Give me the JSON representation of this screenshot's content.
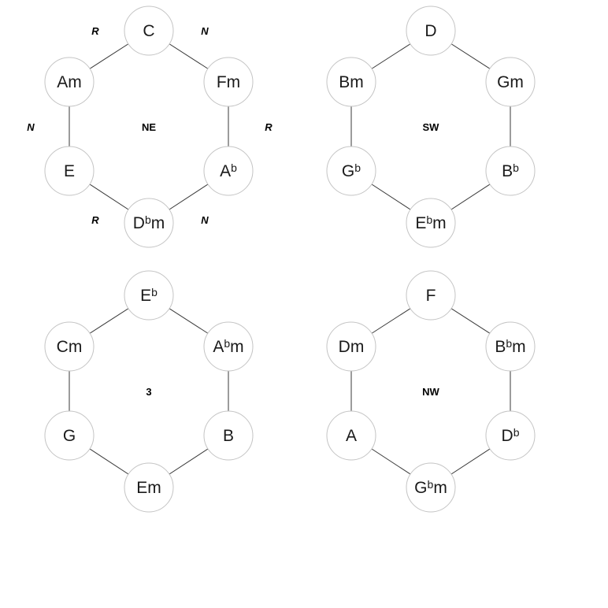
{
  "hexagons": [
    {
      "name": "NE",
      "label": "NE",
      "nodes": [
        {
          "root": "C",
          "acc": "",
          "suffix": ""
        },
        {
          "root": "F",
          "acc": "",
          "suffix": "m"
        },
        {
          "root": "A",
          "acc": "b",
          "suffix": ""
        },
        {
          "root": "D",
          "acc": "b",
          "suffix": "m"
        },
        {
          "root": "E",
          "acc": "",
          "suffix": ""
        },
        {
          "root": "A",
          "acc": "",
          "suffix": "m"
        }
      ],
      "relations": [
        "N",
        "R",
        "N",
        "R",
        "N",
        "R"
      ]
    },
    {
      "name": "SW",
      "label": "SW",
      "nodes": [
        {
          "root": "D",
          "acc": "",
          "suffix": ""
        },
        {
          "root": "G",
          "acc": "",
          "suffix": "m"
        },
        {
          "root": "B",
          "acc": "b",
          "suffix": ""
        },
        {
          "root": "E",
          "acc": "b",
          "suffix": "m"
        },
        {
          "root": "G",
          "acc": "b",
          "suffix": ""
        },
        {
          "root": "B",
          "acc": "",
          "suffix": "m"
        }
      ],
      "relations": []
    },
    {
      "name": "3",
      "label": "3",
      "nodes": [
        {
          "root": "E",
          "acc": "b",
          "suffix": ""
        },
        {
          "root": "A",
          "acc": "b",
          "suffix": "m"
        },
        {
          "root": "B",
          "acc": "",
          "suffix": ""
        },
        {
          "root": "E",
          "acc": "",
          "suffix": "m"
        },
        {
          "root": "G",
          "acc": "",
          "suffix": ""
        },
        {
          "root": "C",
          "acc": "",
          "suffix": "m"
        }
      ],
      "relations": []
    },
    {
      "name": "NW",
      "label": "NW",
      "nodes": [
        {
          "root": "F",
          "acc": "",
          "suffix": ""
        },
        {
          "root": "B",
          "acc": "b",
          "suffix": "m"
        },
        {
          "root": "D",
          "acc": "b",
          "suffix": ""
        },
        {
          "root": "G",
          "acc": "b",
          "suffix": "m"
        },
        {
          "root": "A",
          "acc": "",
          "suffix": ""
        },
        {
          "root": "D",
          "acc": "",
          "suffix": "m"
        }
      ],
      "relations": []
    }
  ]
}
